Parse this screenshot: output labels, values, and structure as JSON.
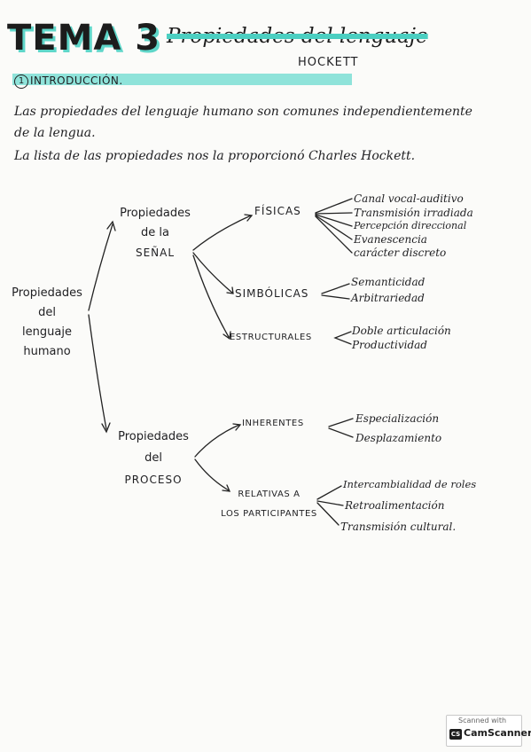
{
  "header": {
    "tema": "TEMA 3",
    "colon": ":",
    "topic": "Propiedades del lenguaje",
    "author": "HOCKETT"
  },
  "section": {
    "number": "1",
    "title": "INTRODUCCIÓN."
  },
  "intro": {
    "line1": "Las propiedades del lenguaje humano son comunes independientemente",
    "line2": "de la lengua.",
    "line3": "La lista de las propiedades nos la proporcionó Charles Hockett."
  },
  "diagram": {
    "root": [
      "Propiedades",
      "del",
      "lenguaje",
      "humano"
    ],
    "senal": {
      "label": [
        "Propiedades",
        "de la",
        "SEÑAL"
      ],
      "fisicas": {
        "label": "FÍSICAS",
        "items": [
          "Canal vocal-auditivo",
          "Transmisión irradiada",
          "Percepción direccional",
          "Evanescencia",
          "carácter discreto"
        ]
      },
      "simbolicas": {
        "label": "SIMBÓLICAS",
        "items": [
          "Semanticidad",
          "Arbitrariedad"
        ]
      },
      "estructurales": {
        "label": "ESTRUCTURALES",
        "items": [
          "Doble articulación",
          "Productividad"
        ]
      }
    },
    "proceso": {
      "label": [
        "Propiedades",
        "del",
        "PROCESO"
      ],
      "inherentes": {
        "label": "INHERENTES",
        "items": [
          "Especialización",
          "Desplazamiento"
        ]
      },
      "relativas": {
        "label": [
          "RELATIVAS A",
          "LOS PARTICIPANTES"
        ],
        "items": [
          "Intercambialidad de roles",
          "Retroalimentación",
          "Transmisión cultural."
        ]
      }
    }
  },
  "stamp": {
    "line1": "Scanned with",
    "logo": "CS",
    "name": "CamScanner"
  }
}
